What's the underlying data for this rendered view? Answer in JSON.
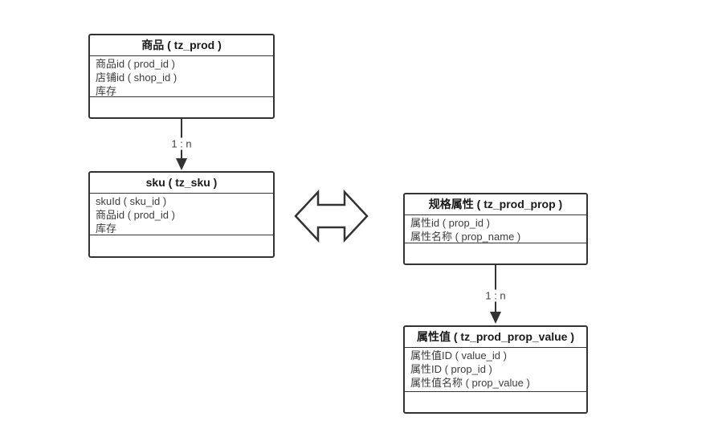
{
  "diagram": {
    "background_color": "#ffffff",
    "border_color": "#333333",
    "text_color": "#3d3d3d",
    "title_color": "#1a1a1a"
  },
  "entities": {
    "prod": {
      "title": "商品 ( tz_prod )",
      "fields": [
        "商品id ( prod_id )",
        "店铺id ( shop_id )",
        "库存"
      ]
    },
    "sku": {
      "title": "sku ( tz_sku )",
      "fields": [
        "skuId ( sku_id )",
        "商品id ( prod_id )",
        "库存"
      ]
    },
    "prod_prop": {
      "title": "规格属性 ( tz_prod_prop )",
      "fields": [
        "属性id ( prop_id )",
        "属性名称 ( prop_name )"
      ]
    },
    "prod_prop_value": {
      "title": "属性值 ( tz_prod_prop_value )",
      "fields": [
        "属性值ID ( value_id )",
        "属性ID ( prop_id )",
        "属性值名称 ( prop_value )"
      ]
    }
  },
  "relations": {
    "prod_to_sku": {
      "label": "1 : n",
      "type": "one-to-many-arrow"
    },
    "prop_to_value": {
      "label": "1 : n",
      "type": "one-to-many-arrow"
    },
    "sku_to_prop": {
      "type": "double-headed-arrow"
    }
  }
}
